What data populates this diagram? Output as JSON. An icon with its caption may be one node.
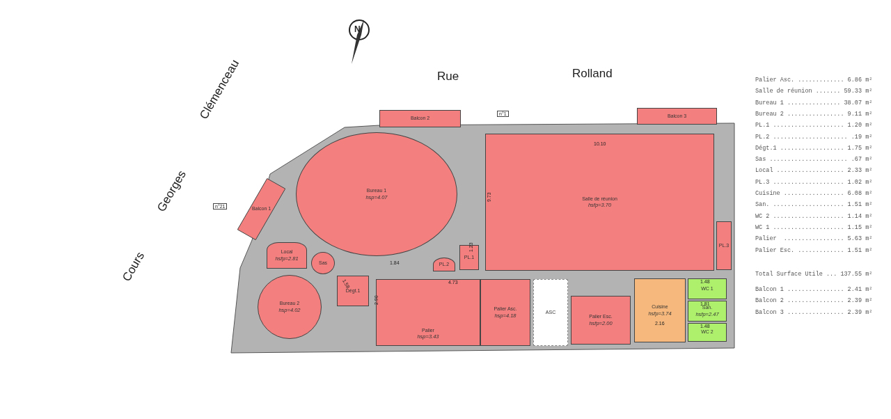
{
  "diagram": {
    "nodes": [
      {
        "text": [
          "Balcon 2"
        ]
      },
      {
        "text": [
          "Balcon 3"
        ]
      },
      {
        "text": [
          "Balcon 1"
        ]
      },
      {
        "text": [
          "Bureau 1",
          "hsp=4.07"
        ]
      },
      {
        "text": [
          "Salle de réunion",
          "hsfp=3.70"
        ]
      },
      {
        "text": [
          "PL.1"
        ]
      },
      {
        "text": [
          "PL.2"
        ]
      },
      {
        "text": [
          "PL.3"
        ]
      },
      {
        "text": [
          "Local",
          "hsfp=2.81"
        ]
      },
      {
        "text": [
          "Sas"
        ]
      },
      {
        "text": [
          "Bureau 2",
          "hsp=4.02"
        ]
      },
      {
        "text": [
          "Dégt.1"
        ]
      },
      {
        "text": [
          "Palier",
          "hsp=3.43"
        ]
      },
      {
        "text": [
          "Palier Asc.",
          "hsp=4.18"
        ]
      },
      {
        "text": [
          "ASC"
        ]
      },
      {
        "text": [
          "Palier Esc.",
          "hsfp=2.00"
        ]
      },
      {
        "text": [
          "Cuisine",
          "hsfp=3.74"
        ]
      },
      {
        "text": [
          "WC 1"
        ]
      },
      {
        "text": [
          "San.",
          "hsfp=2.47"
        ]
      },
      {
        "text": [
          "WC 2"
        ]
      }
    ],
    "labels": [
      "N",
      "Rue",
      "Rolland",
      "Clémenceau",
      "Georges",
      "Cours",
      "n°1",
      "n°21",
      "10.10",
      "9.73",
      "1.84",
      "1.23",
      "4.73",
      "1.58",
      "2.90",
      "2.16",
      "1.48",
      "1.81",
      "1.48",
      "Palier Asc. ............. 6.86 m²",
      "Salle de réunion ....... 59.33 m²",
      "Bureau 1 ............... 38.07 m²",
      "Bureau 2 ................ 9.11 m²",
      "PL.1 .................... 1.20 m²",
      "PL.2 ..................... .19 m²",
      "Dégt.1 .................. 1.75 m²",
      "Sas ...................... .67 m²",
      "Local ................... 2.33 m²",
      "PL.3 .................... 1.02 m²",
      "Cuisine ................. 6.08 m²",
      "San. .................... 1.51 m²",
      "WC 2 .................... 1.14 m²",
      "WC 1 .................... 1.15 m²",
      "Palier  ................. 5.63 m²",
      "Palier Esc. ............. 1.51 m²",
      "Total Surface Utile ... 137.55 m²",
      "Balcon 1 ................ 2.41 m²",
      "Balcon 2 ................ 2.39 m²",
      "Balcon 3 ................ 2.39 m²"
    ]
  }
}
